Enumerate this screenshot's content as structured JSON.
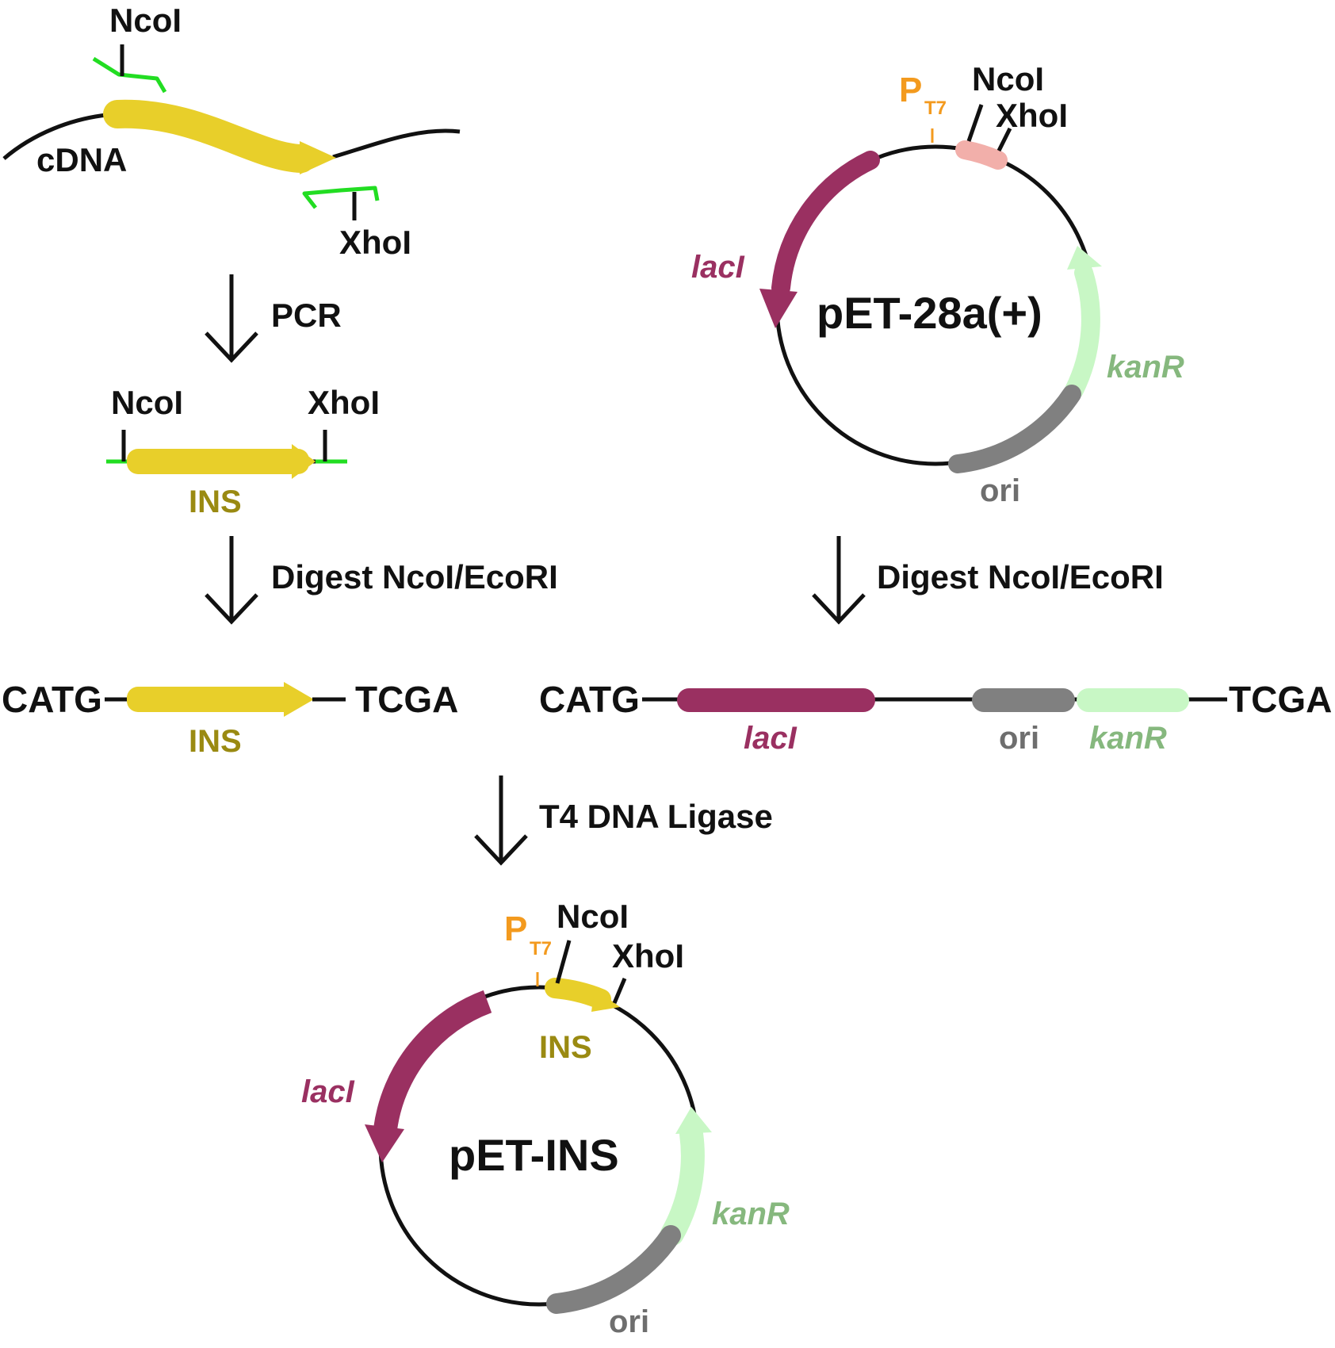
{
  "colors": {
    "insert": "#E8CF2A",
    "insert_label": "#9A8A12",
    "laci": "#9A3061",
    "kanr": "#C8F7C5",
    "kanr_label": "#86B87E",
    "ori": "#808080",
    "ori_label": "#6E6E6E",
    "primer": "#22DD22",
    "promoter": "#F39A1E",
    "mcs": "#F2AFAA",
    "backbone": "#111111"
  },
  "top_left": {
    "ncoi": "NcoI",
    "cdna": "cDNA",
    "xhoi": "XhoI"
  },
  "steps": {
    "pcr": "PCR",
    "digest_left": "Digest NcoI/EcoRI",
    "digest_right": "Digest NcoI/EcoRI",
    "ligase": "T4 DNA Ligase"
  },
  "pcr_product": {
    "ncoi": "NcoI",
    "xhoi": "XhoI",
    "ins": "INS"
  },
  "vector": {
    "name": "pET-28a(+)",
    "promoter_p": "P",
    "promoter_sub": "T7",
    "ncoi": "NcoI",
    "xhoi": "XhoI",
    "laci": "lacI",
    "kanr": "kanR",
    "ori": "ori"
  },
  "digested_insert": {
    "left_overhang": "CATG",
    "right_overhang": "TCGA",
    "ins": "INS"
  },
  "digested_vector": {
    "left_overhang": "CATG",
    "right_overhang": "TCGA",
    "laci": "lacI",
    "ori": "ori",
    "kanr": "kanR"
  },
  "product": {
    "name": "pET-INS",
    "promoter_p": "P",
    "promoter_sub": "T7",
    "ncoi": "NcoI",
    "xhoi": "XhoI",
    "ins": "INS",
    "laci": "lacI",
    "kanr": "kanR",
    "ori": "ori"
  }
}
